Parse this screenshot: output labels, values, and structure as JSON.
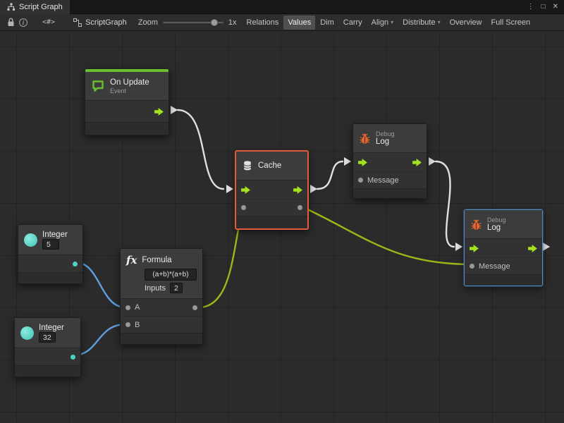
{
  "window": {
    "title": "Script Graph",
    "menu_icon": "⋮",
    "maximize_icon": "□",
    "close_icon": "✕"
  },
  "toolbar": {
    "info_icon": "i",
    "code_icon": "<#>",
    "graph_name": "ScriptGraph",
    "zoom_label": "Zoom",
    "zoom_value": "1x",
    "zoom_percent": 90,
    "caret_icon": "▾",
    "buttons": [
      {
        "label": "Relations",
        "active": false
      },
      {
        "label": "Values",
        "active": true
      },
      {
        "label": "Dim",
        "active": false
      },
      {
        "label": "Carry",
        "active": false
      },
      {
        "label": "Align",
        "active": false,
        "dropdown": true
      },
      {
        "label": "Distribute",
        "active": false,
        "dropdown": true
      },
      {
        "label": "Overview",
        "active": false
      },
      {
        "label": "Full Screen",
        "active": false
      }
    ]
  },
  "nodes": {
    "on_update": {
      "title": "On Update",
      "subtitle": "Event"
    },
    "cache": {
      "title": "Cache"
    },
    "debug_top": {
      "category": "Debug",
      "title": "Log",
      "message_label": "Message"
    },
    "debug_right": {
      "category": "Debug",
      "title": "Log",
      "message_label": "Message"
    },
    "integer_a": {
      "title": "Integer",
      "value": "5"
    },
    "integer_b": {
      "title": "Integer",
      "value": "32"
    },
    "formula": {
      "title": "Formula",
      "expression": "(a+b)*(a+b)",
      "inputs_label": "Inputs",
      "inputs_value": "2",
      "input_a": "A",
      "input_b": "B"
    }
  },
  "colors": {
    "flow_wire": "#e0e0e0",
    "value_wire": "#9cb818",
    "number_wire": "#5f9fe0",
    "selection_red": "#e05c3a",
    "selection_blue": "#4f8cc9",
    "port_green": "#a4e21d",
    "integer_teal": "#4fd0c4",
    "event_green": "#6abe30",
    "bug_orange": "#e8642d"
  }
}
